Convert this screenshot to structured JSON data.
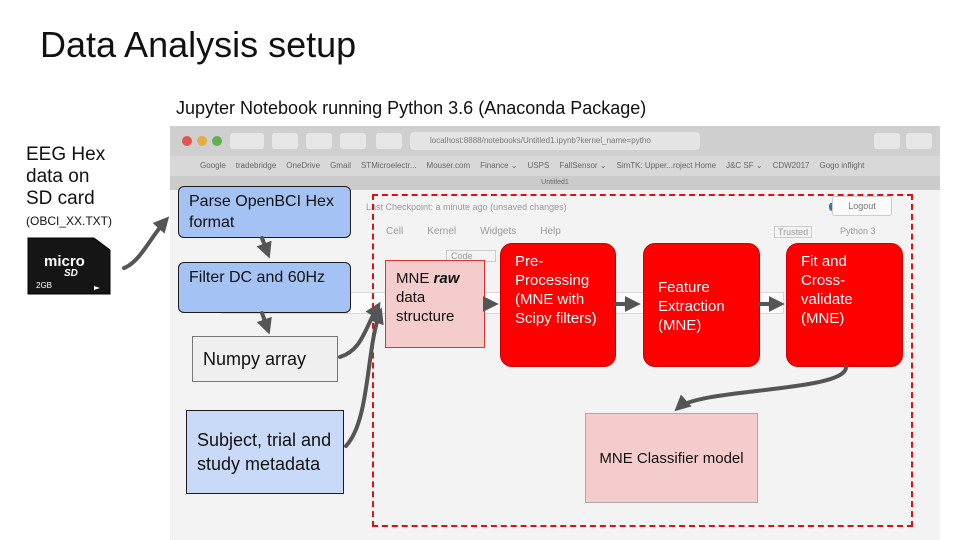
{
  "slide": {
    "title": "Data Analysis setup",
    "caption": "Jupyter Notebook running Python 3.6 (Anaconda Package)"
  },
  "source": {
    "lines": [
      "EEG Hex",
      "data on",
      "SD card"
    ],
    "file": "(OBCI_XX.TXT)",
    "card_brand": "micro",
    "card_brand2": "SD",
    "card_capacity": "2GB"
  },
  "screenshot": {
    "url": "localhost:8888/notebooks/Untitled1.ipynb?kernel_name=pytho",
    "bookmarks": [
      "Google",
      "tradebridge",
      "OneDrive",
      "Gmail",
      "STMicroelectr...",
      "Mouser.com",
      "Finance ⌄",
      "USPS",
      "FallSensor ⌄",
      "SimTK: Upper...roject Home",
      "J&C SF ⌄",
      "CDW2017",
      "Gogo inflight"
    ],
    "tab_title": "Untitled1",
    "checkpoint": "Last Checkpoint: a minute ago (unsaved changes)",
    "logout_label": "Logout",
    "menu": [
      "Cell",
      "Kernel",
      "Widgets",
      "Help"
    ],
    "trusted": "Trusted",
    "kernel": "Python 3",
    "celltype": "Code"
  },
  "boxes": {
    "parse": "Parse OpenBCI Hex format",
    "filter": "Filter DC and 60Hz",
    "numpy": "Numpy array",
    "metadata": "Subject, trial and study metadata",
    "mne_raw_prefix": "MNE",
    "mne_raw_italic": "raw",
    "mne_raw_rest": "data structure",
    "preprocessing": "Pre-Processing (MNE with Scipy filters)",
    "feature": "Feature Extraction (MNE)",
    "fit": "Fit and Cross-validate (MNE)",
    "classifier": "MNE Classifier model"
  }
}
